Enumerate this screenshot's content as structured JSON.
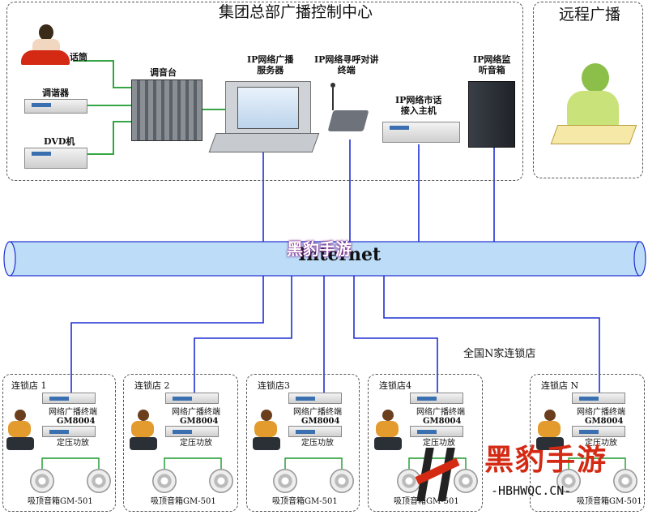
{
  "hq": {
    "title": "集团总部广播控制中心"
  },
  "remote": {
    "title": "远程广播"
  },
  "devices": {
    "mic": "话筒",
    "tuner": "调谐器",
    "dvd": "DVD机",
    "mixer": "调音台",
    "server": "IP网络广播\n服务器",
    "intercom": "IP网络寻呼对讲\n终端",
    "phone_gateway": "IP网络市话\n接入主机",
    "monitor": "IP网络监\n听音箱"
  },
  "network": {
    "label": "Internet"
  },
  "chain": {
    "caption": "全国N家连锁店"
  },
  "stores": [
    {
      "name": "连锁店 1",
      "terminal": "网络广播终端",
      "model": "GM8004",
      "amp": "定压功放",
      "speaker": "吸顶音箱GM-501"
    },
    {
      "name": "连锁店 2",
      "terminal": "网络广播终端",
      "model": "GM8004",
      "amp": "定压功放",
      "speaker": "吸顶音箱GM-501"
    },
    {
      "name": "连锁店3",
      "terminal": "网络广播终端",
      "model": "GM8004",
      "amp": "定压功放",
      "speaker": "吸顶音箱GM-501"
    },
    {
      "name": "连锁店4",
      "terminal": "网络广播终端",
      "model": "GM8004",
      "amp": "定压功放",
      "speaker": "吸顶音箱GM-501"
    },
    {
      "name": "连锁店 N",
      "terminal": "网络广播终端",
      "model": "GM8004",
      "amp": "定压功放",
      "speaker": "吸顶音箱GM-501"
    }
  ],
  "watermark": {
    "text_top": "黑豹手游",
    "brand": "黑豹手游",
    "url": "-HBHWQC.CN-"
  },
  "colors": {
    "wire_blue": "#1f2fd0",
    "wire_green": "#1a9a2a",
    "pipe_fill": "#bcdcf7",
    "pipe_stroke": "#1f2fd0",
    "watermark_red": "#d42a14"
  }
}
